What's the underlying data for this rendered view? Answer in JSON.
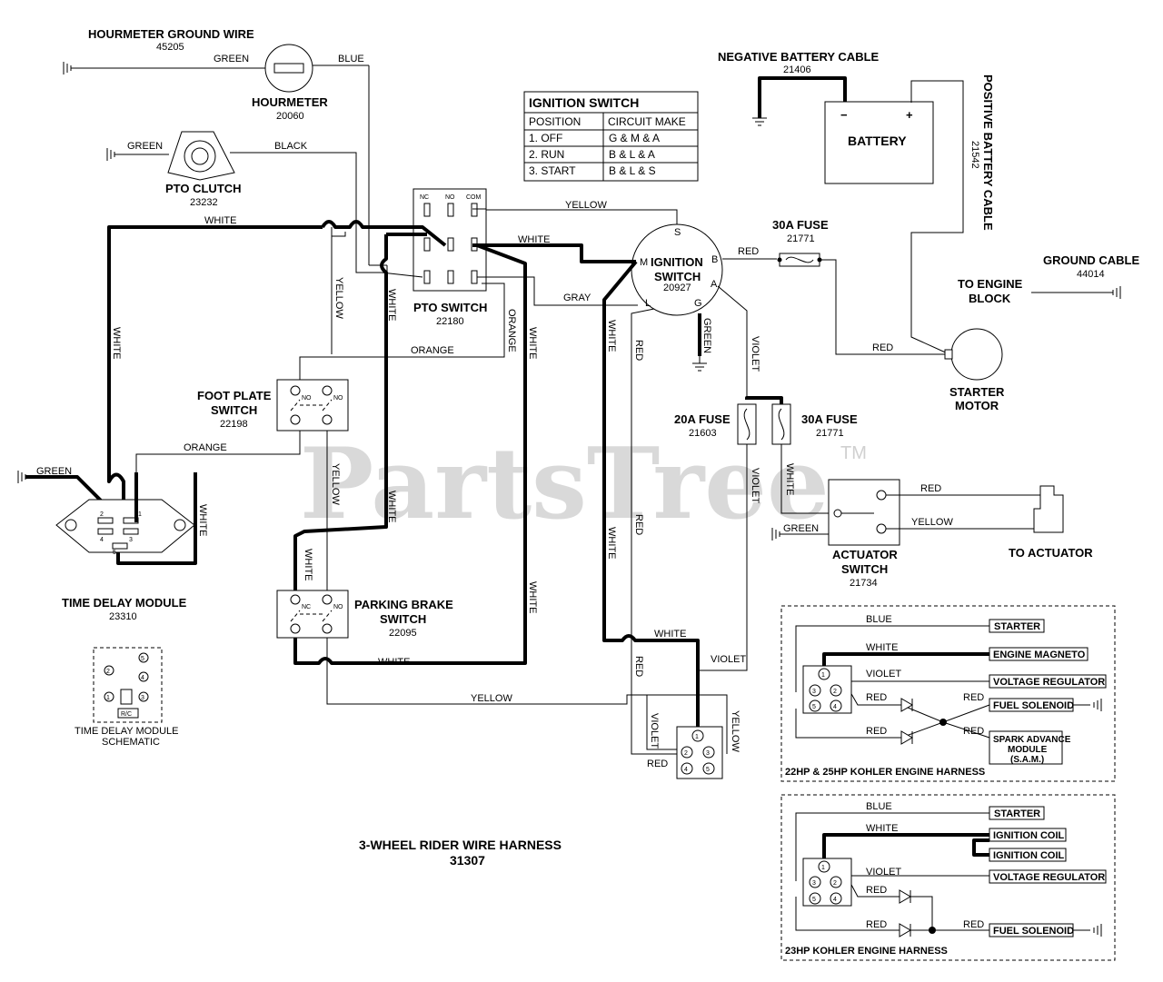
{
  "watermark": "PartsTree",
  "watermark_tm": "TM",
  "title": {
    "line1": "3-WHEEL RIDER WIRE HARNESS",
    "line2": "31307"
  },
  "ignition_table": {
    "title": "IGNITION SWITCH",
    "headers": [
      "POSITION",
      "CIRCUIT MAKE"
    ],
    "rows": [
      [
        "1. OFF",
        "G & M & A"
      ],
      [
        "2. RUN",
        "B & L & A"
      ],
      [
        "3. START",
        "B & L & S"
      ]
    ]
  },
  "components": {
    "hourmeter_ground": {
      "name": "HOURMETER GROUND WIRE",
      "part": "45205"
    },
    "hourmeter": {
      "name": "HOURMETER",
      "part": "20060"
    },
    "pto_clutch": {
      "name": "PTO CLUTCH",
      "part": "23232"
    },
    "pto_switch": {
      "name": "PTO SWITCH",
      "part": "22180",
      "pins": [
        "NC",
        "NO",
        "COM"
      ]
    },
    "foot_plate": {
      "name1": "FOOT PLATE",
      "name2": "SWITCH",
      "part": "22198"
    },
    "parking_brake": {
      "name1": "PARKING BRAKE",
      "name2": "SWITCH",
      "part": "22095"
    },
    "time_delay": {
      "name": "TIME DELAY MODULE",
      "part": "23310",
      "schem1": "TIME DELAY MODULE",
      "schem2": "SCHEMATIC",
      "rc": "R/C"
    },
    "ignition_switch": {
      "name1": "IGNITION",
      "name2": "SWITCH",
      "part": "20927"
    },
    "neg_cable": {
      "name": "NEGATIVE BATTERY CABLE",
      "part": "21406"
    },
    "battery": {
      "name": "BATTERY",
      "minus": "−",
      "plus": "+"
    },
    "pos_cable": {
      "name": "POSITIVE BATTERY CABLE",
      "part": "21542"
    },
    "fuse_30a_top": {
      "name": "30A FUSE",
      "part": "21771"
    },
    "fuse_20a": {
      "name": "20A FUSE",
      "part": "21603"
    },
    "fuse_30a": {
      "name": "30A FUSE",
      "part": "21771"
    },
    "ground_cable": {
      "name": "GROUND CABLE",
      "part": "44014"
    },
    "engine_block": {
      "line1": "TO ENGINE",
      "line2": "BLOCK"
    },
    "starter_motor": {
      "line1": "STARTER",
      "line2": "MOTOR"
    },
    "actuator_switch": {
      "line1": "ACTUATOR",
      "line2": "SWITCH",
      "part": "21734"
    },
    "to_actuator": "TO ACTUATOR"
  },
  "wire_labels": {
    "green": "GREEN",
    "blue": "BLUE",
    "black": "BLACK",
    "white": "WHITE",
    "yellow": "YELLOW",
    "orange": "ORANGE",
    "gray": "GRAY",
    "red": "RED",
    "violet": "VIOLET"
  },
  "ign_terminals": {
    "s": "S",
    "m": "M",
    "b": "B",
    "a": "A",
    "l": "L",
    "g": "G"
  },
  "switch_pins": {
    "nc": "NC",
    "no": "NO"
  },
  "harness_22_25": {
    "title": "22HP & 25HP KOHLER ENGINE HARNESS",
    "targets": [
      "STARTER",
      "ENGINE MAGNETO",
      "VOLTAGE REGULATOR",
      "FUEL SOLENOID"
    ],
    "sam": [
      "SPARK ADVANCE",
      "MODULE",
      "(S.A.M.)"
    ]
  },
  "harness_23": {
    "title": "23HP KOHLER ENGINE HARNESS",
    "targets": [
      "STARTER",
      "IGNITION COIL",
      "IGNITION COIL",
      "VOLTAGE REGULATOR",
      "FUEL SOLENOID"
    ]
  },
  "connector_pins": [
    "1",
    "2",
    "3",
    "4",
    "5"
  ]
}
